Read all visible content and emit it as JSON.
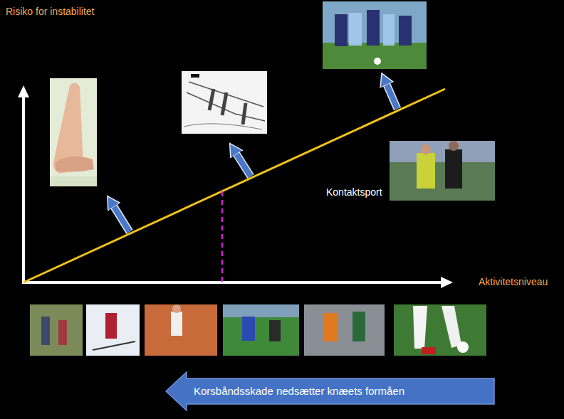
{
  "diagram": {
    "nodes": [
      {
        "text": [
          "Korsbåndsskade nedsætter knæets formåen"
        ]
      }
    ],
    "labels": [
      "Risiko for instabilitet",
      "Kontaktsport",
      "Aktivitetsniveau"
    ]
  }
}
